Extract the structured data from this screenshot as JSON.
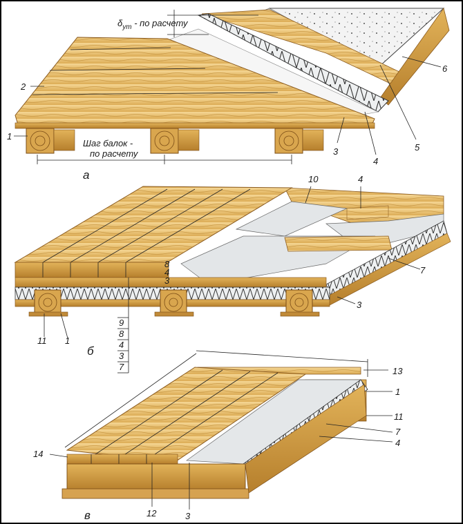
{
  "figure_a": {
    "caption": "а",
    "thickness_label": "δ",
    "thickness_sub": "ут",
    "thickness_note": " - по расчету",
    "spacing_line1": "Шаг балок -",
    "spacing_line2": "по расчету",
    "callouts": {
      "c1": "1",
      "c2": "2",
      "c3": "3",
      "c4": "4",
      "c5": "5",
      "c6": "6"
    }
  },
  "figure_b": {
    "caption": "б",
    "callouts": {
      "c10": "10",
      "c4": "4",
      "c7": "7",
      "c3": "3",
      "c11": "11",
      "c1": "1"
    },
    "stack": [
      "9",
      "8",
      "4",
      "3",
      "7"
    ],
    "layer_marks": [
      "8",
      "4",
      "3"
    ]
  },
  "figure_c": {
    "caption": "в",
    "callouts": {
      "c13": "13",
      "c1": "1",
      "c11": "11",
      "c7": "7",
      "c4": "4",
      "c14": "14",
      "c12": "12",
      "c3": "3"
    }
  },
  "colors": {
    "wood_light": "#f2d08a",
    "wood_mid": "#e2b55c",
    "wood_dark": "#b9822f",
    "insulation": "#d8dde0",
    "concrete": "#f1f1f1"
  }
}
